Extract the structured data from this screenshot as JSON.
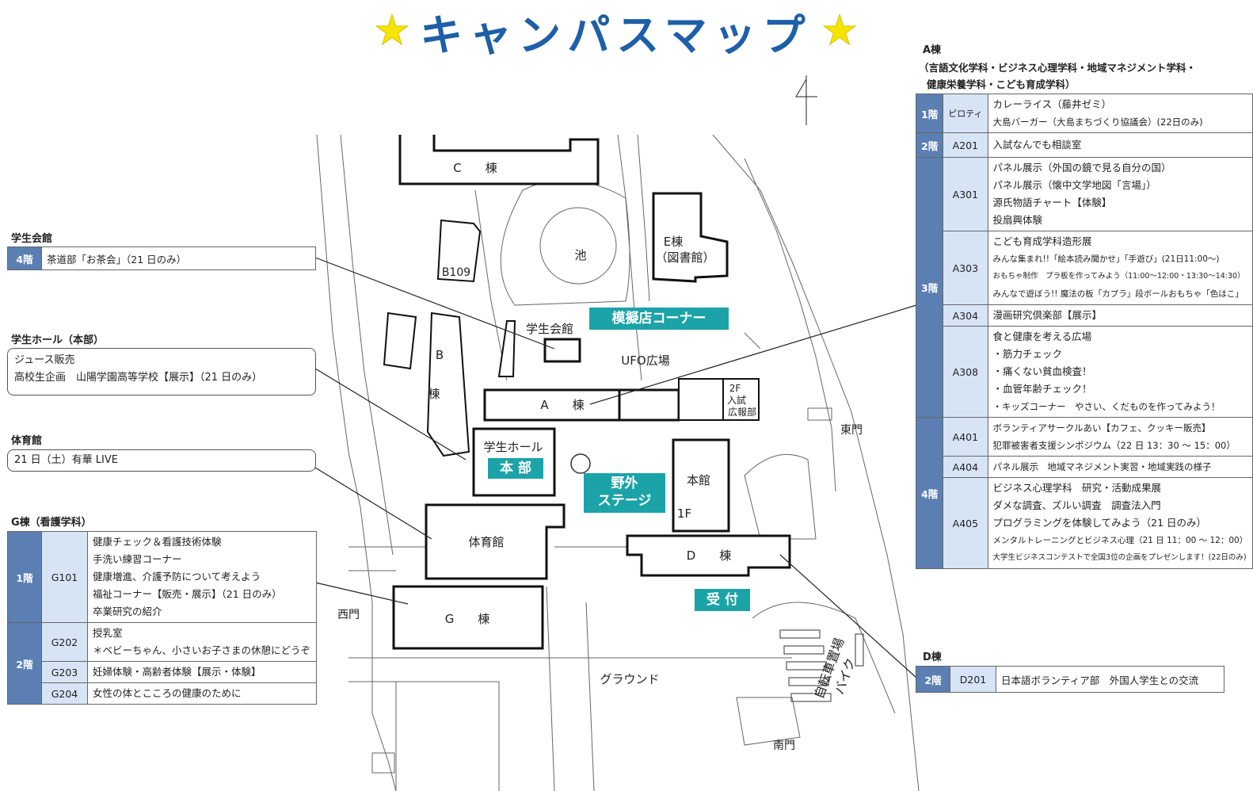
{
  "title": {
    "text": "キャンパスマップ",
    "star_left": "★",
    "star_right": "★"
  },
  "colors": {
    "floor_header": "#5b7fb3",
    "room_cell": "#d7e4f5",
    "teal_label": "#1ba3a8",
    "title": "#1d5fa8",
    "star": "#f7e300"
  },
  "map_labels": {
    "c": "C　　棟",
    "b": "B",
    "b2": "棟",
    "b109": "B109",
    "pond": "池",
    "e1": "E棟",
    "e2": "（図書館）",
    "gakusei_kaikan": "学生会館",
    "ufo": "UFO広場",
    "a": "A　　棟",
    "f2": "2F",
    "nyushi1": "入試",
    "nyushi2": "広報部",
    "higashimon": "東門",
    "gakusei_hall": "学生ホール",
    "honkan": "本館",
    "f1": "1F",
    "taiikukan": "体育館",
    "d": "D　　棟",
    "g": "G　　棟",
    "nishimon": "西門",
    "ground": "グラウンド",
    "minamimon": "南門",
    "bike1": "バイク",
    "bike2": "自転車置場"
  },
  "teal_labels": {
    "mogiten": "模擬店コーナー",
    "honbu": "本 部",
    "yagai1": "野外",
    "yagai2": "ステージ",
    "uketsuke": "受 付"
  },
  "north_symbol": "N",
  "gakusei_kaikan_panel": {
    "header": "学生会館",
    "floor": "4階",
    "text": "茶道部「お茶会」（21 日のみ）"
  },
  "gakusei_hall_panel": {
    "header": "学生ホール（本部）",
    "lines": [
      "ジュース販売",
      "高校生企画　山陽学園高等学校【展示】（21 日のみ）"
    ]
  },
  "taiikukan_panel": {
    "header": "体育館",
    "text": "21 日（土）有華 LIVE"
  },
  "g_panel": {
    "header": "G棟（看護学科）",
    "floors": [
      {
        "floor": "1階",
        "rooms": [
          {
            "room": "G101",
            "lines": [
              "健康チェック＆看護技術体験",
              "手洗い練習コーナー",
              "健康増進、介護予防について考えよう",
              "福祉コーナー【販売・展示】（21 日のみ）",
              "卒業研究の紹介"
            ]
          }
        ]
      },
      {
        "floor": "2階",
        "rooms": [
          {
            "room": "G202",
            "lines": [
              "授乳室",
              "＊ベビーちゃん、小さいお子さまの休憩にどうぞ"
            ]
          },
          {
            "room": "G203",
            "lines": [
              "妊婦体験・高齢者体験【展示・体験】"
            ]
          },
          {
            "room": "G204",
            "lines": [
              "女性の体とこころの健康のために"
            ]
          }
        ]
      }
    ]
  },
  "a_panel": {
    "header1": "A棟",
    "header2": "（言語文化学科・ビジネス心理学科・地域マネジメント学科・",
    "header3": "健康栄養学科・こども育成学科）",
    "floors": [
      {
        "floor": "1階",
        "rooms": [
          {
            "room": "ピロティ",
            "lines": [
              "カレーライス（藤井ゼミ）",
              "大島バーガー（大島まちづくり協議会）(22日のみ)"
            ]
          }
        ]
      },
      {
        "floor": "2階",
        "rooms": [
          {
            "room": "A201",
            "lines": [
              "入試なんでも相談室"
            ]
          }
        ]
      },
      {
        "floor": "3階",
        "rooms": [
          {
            "room": "A301",
            "lines": [
              "パネル展示（外国の鏡で見る自分の国）",
              "パネル展示（懐中文学地図「言場」）",
              "源氏物語チャート【体験】",
              "投扇興体験"
            ]
          },
          {
            "room": "A303",
            "lines": [
              "こども育成学科造形展",
              "みんな集まれ!!「絵本読み聞かせ」「手遊び」(21日11:00～)",
              "おもちゃ制作　プラ板を作ってみよう（11:00～12:00・13:30～14:30）",
              "みんなで遊ぼう!! 魔法の板「カプラ」段ボールおもちゃ「色はこ」"
            ]
          },
          {
            "room": "A304",
            "lines": [
              "漫画研究倶楽部【展示】"
            ]
          },
          {
            "room": "A308",
            "lines": [
              "食と健康を考える広場",
              "・筋力チェック",
              "・痛くない貧血検査！",
              "・血管年齢チェック！",
              "・キッズコーナー　やさい、くだものを作ってみよう！"
            ]
          }
        ]
      },
      {
        "floor": "4階",
        "rooms": [
          {
            "room": "A401",
            "lines": [
              "ボランティアサークルあい【カフェ、クッキー販売】",
              "犯罪被害者支援シンポジウム（22 日 13：30 ～ 15：00）"
            ]
          },
          {
            "room": "A404",
            "lines": [
              "パネル展示　地域マネジメント実習・地域実践の様子"
            ]
          },
          {
            "room": "A405",
            "lines": [
              "ビジネス心理学科　研究・活動成果展",
              "ダメな調査、ズルい調査　調査法入門",
              "プログラミングを体験してみよう（21 日のみ）",
              "メンタルトレーニングとビジネス心理（21 日 11：00 ～ 12：00）",
              "大学生ビジネスコンテストで全国3位の企画をプレゼンします！(22日のみ)"
            ]
          }
        ]
      }
    ]
  },
  "d_panel": {
    "header": "D棟",
    "floor": "2階",
    "room": "D201",
    "text": "日本語ボランティア部　外国人学生との交流"
  }
}
